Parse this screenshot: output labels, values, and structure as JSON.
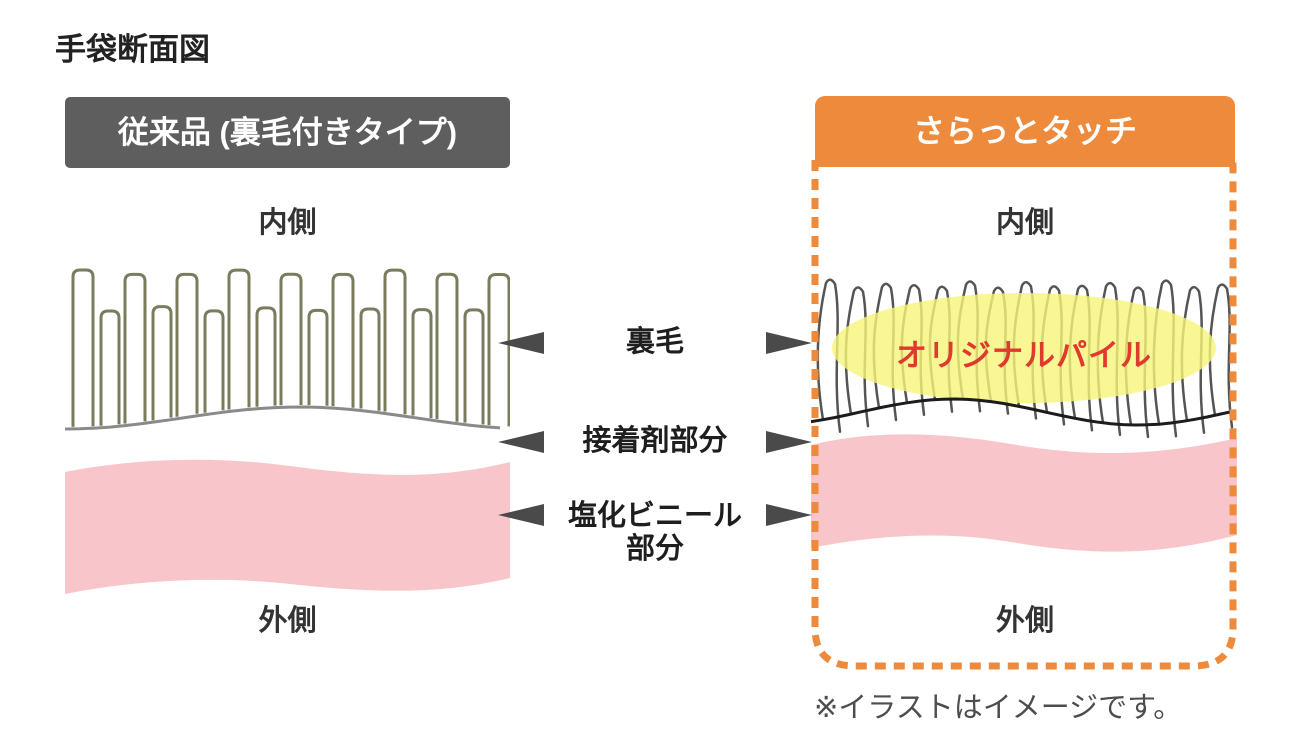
{
  "title": "手袋断面図",
  "left_panel": {
    "header": "従来品 (裏毛付きタイプ)",
    "inner_label": "内側",
    "outer_label": "外側"
  },
  "right_panel": {
    "header": "さらっとタッチ",
    "inner_label": "内側",
    "outer_label": "外側",
    "highlight_label": "オリジナルパイル"
  },
  "labels": {
    "pile": "裏毛",
    "adhesive": "接着剤部分",
    "vinyl_line1": "塩化ビニール",
    "vinyl_line2": "部分"
  },
  "note": "※イラストはイメージです。",
  "colors": {
    "accent_orange": "#ee8a3b",
    "header_gray": "#5e5e5e",
    "vinyl_pink": "#f8c6ca",
    "highlight_yellow": "#f7f578",
    "highlight_red": "#e0392e",
    "pile_olive": "#7b7c5e",
    "hair_gray": "#555555",
    "arrow_gray": "#4a4a4a",
    "text_dark": "#222222",
    "note_gray": "#4d4d4d"
  }
}
